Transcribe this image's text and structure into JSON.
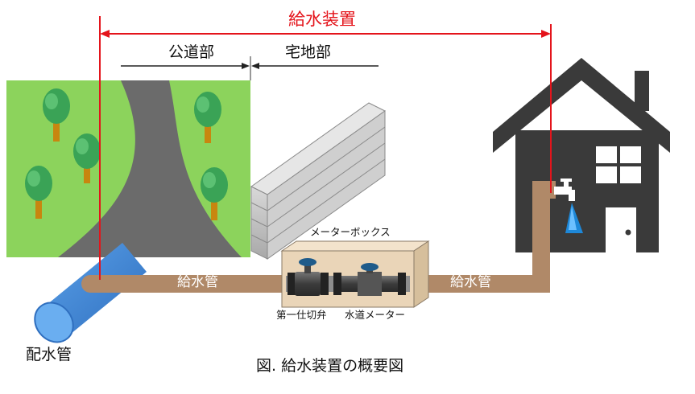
{
  "labels": {
    "supply_system": "給水装置",
    "public_road": "公道部",
    "residential": "宅地部",
    "meter_box": "メーターボックス",
    "service_pipe_left": "給水管",
    "service_pipe_right": "給水管",
    "first_stop_valve": "第一仕切弁",
    "water_meter": "水道メーター",
    "distribution_main": "配水管",
    "caption": "図. 給水装置の概要図"
  },
  "colors": {
    "red_line": "#e4141b",
    "grass": "#8cd35c",
    "road": "#6b6b6b",
    "pipe": "#b08968",
    "main_pipe": "#3f86d6",
    "house": "#3a3a3a",
    "meter_box": "#ead5b8",
    "valve_handle": "#1f5b8a",
    "tree_crown": "#3aa356",
    "tree_trunk": "#c8860f",
    "wall": "#bdbdbd"
  }
}
